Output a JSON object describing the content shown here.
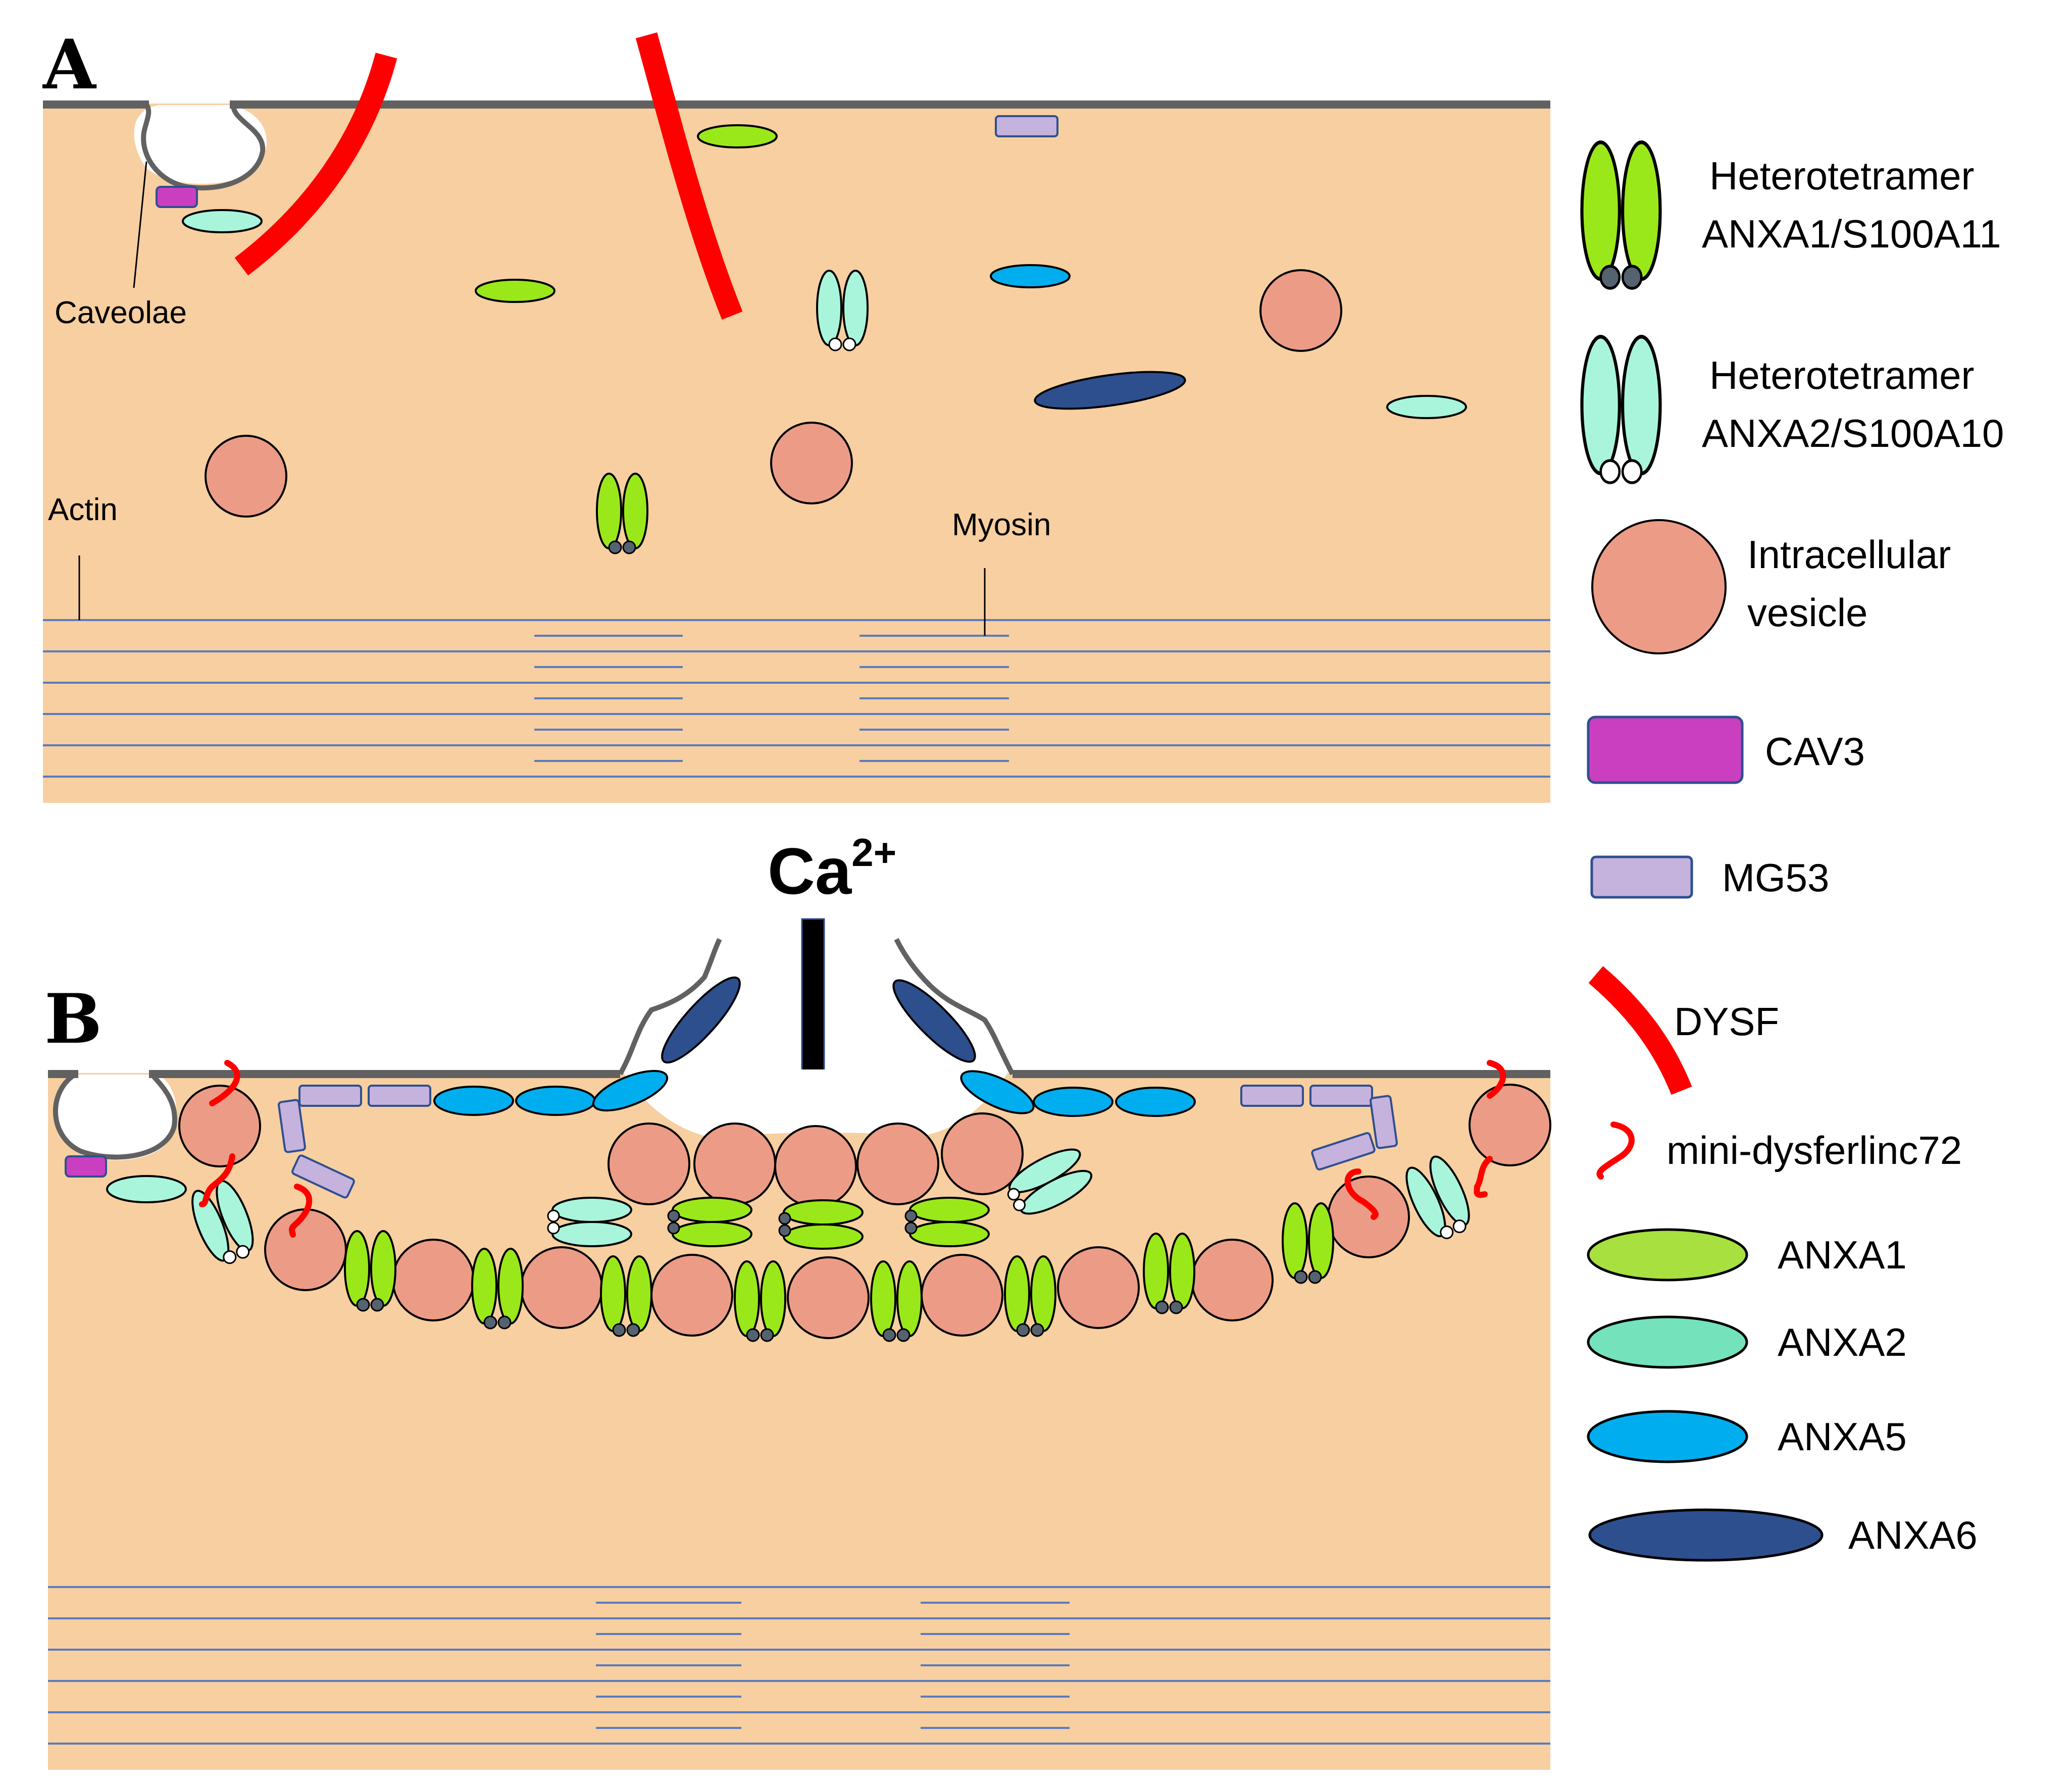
{
  "panels": {
    "a": {
      "letter": "A"
    },
    "b": {
      "letter": "B"
    }
  },
  "labels": {
    "caveolae": "Caveolae",
    "actin": "Actin",
    "myosin": "Myosin"
  },
  "calcium": {
    "base": "Ca",
    "superscript": "2+"
  },
  "legend": {
    "hetero1": {
      "line1": "Heterotetramer",
      "line2": "ANXA1/S100A11"
    },
    "hetero2": {
      "line1": "Heterotetramer",
      "line2": "ANXA2/S100A10"
    },
    "vesicle": {
      "line1": "Intracellular",
      "line2": "vesicle"
    },
    "cav3": "CAV3",
    "mg53": "MG53",
    "dysf": "DYSF",
    "minidysf": "mini-dysferlinc72",
    "anxa1": "ANXA1",
    "anxa2": "ANXA2",
    "anxa5": "ANXA5",
    "anxa6": "ANXA6"
  },
  "colors": {
    "cytoplasm": "#f7cfa0",
    "membrane": "#616161",
    "vesicle": "#ec9c86",
    "anxa1": "#9be81a",
    "anxa1_legend": "#a8e040",
    "anxa2": "#a8f5dc",
    "anxa2_legend": "#74e2bb",
    "anxa5": "#00aeef",
    "anxa6": "#2e4f8e",
    "cav3": "#c93fc0",
    "mg53": "#c5b2dd",
    "dysf": "#ff0000",
    "filament": "#5b7bbd",
    "s100a11": "#556270"
  }
}
